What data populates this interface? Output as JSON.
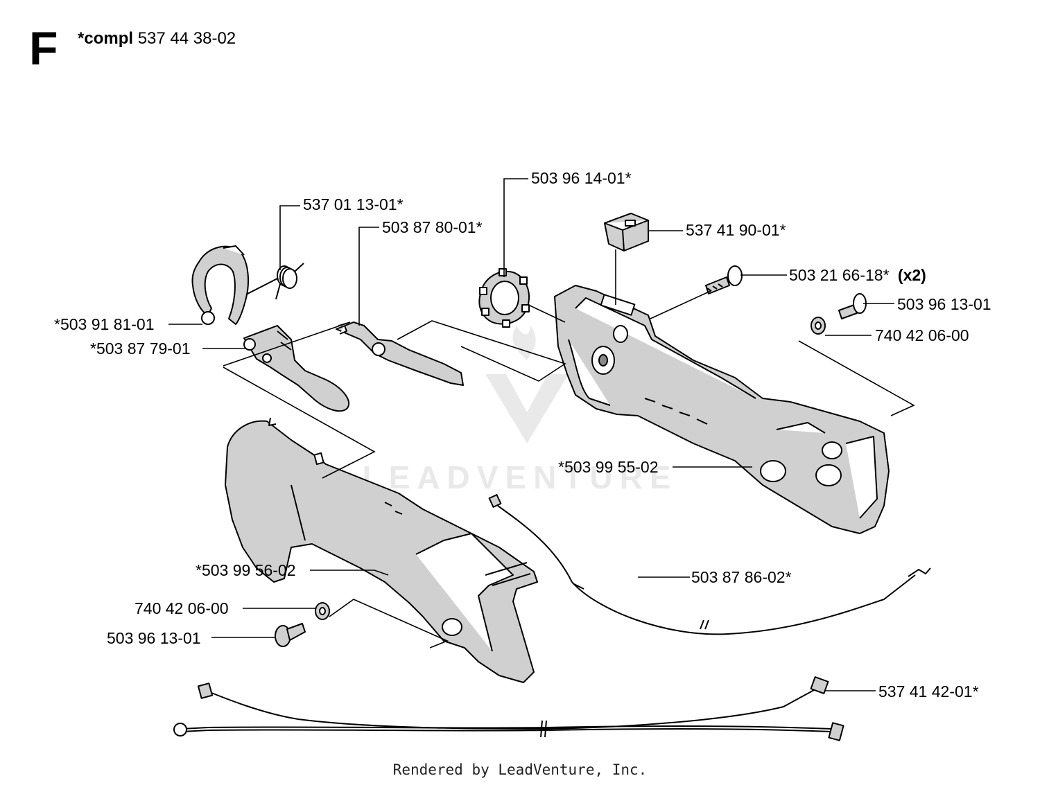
{
  "header": {
    "section_letter": "F",
    "assembly_prefix": "*compl",
    "assembly_number": "537 44 38-02"
  },
  "watermark": {
    "text": "LEADVENTURE"
  },
  "parts": [
    {
      "id": "p-537011301",
      "label": "537 01 13-01*"
    },
    {
      "id": "p-503878001",
      "label": "503 87 80-01*"
    },
    {
      "id": "p-503961401",
      "label": "503 96 14-01*"
    },
    {
      "id": "p-537419001",
      "label": "537 41 90-01*"
    },
    {
      "id": "p-503216618",
      "label": "503 21 66-18*",
      "qty": "(x2)"
    },
    {
      "id": "p-503961301-a",
      "label": "503 96 13-01"
    },
    {
      "id": "p-740420600-a",
      "label": "740 42 06-00"
    },
    {
      "id": "p-503918101",
      "label": "*503 91 81-01"
    },
    {
      "id": "p-503877901",
      "label": "*503 87 79-01"
    },
    {
      "id": "p-503995502",
      "label": "*503 99 55-02"
    },
    {
      "id": "p-503995602",
      "label": "*503 99 56-02"
    },
    {
      "id": "p-503878602",
      "label": "503 87 86-02*"
    },
    {
      "id": "p-740420600-b",
      "label": "740 42 06-00"
    },
    {
      "id": "p-503961301-b",
      "label": "503 96 13-01"
    },
    {
      "id": "p-537414201",
      "label": "537 41 42-01*"
    }
  ],
  "footer": {
    "text": "Rendered by LeadVenture, Inc."
  }
}
